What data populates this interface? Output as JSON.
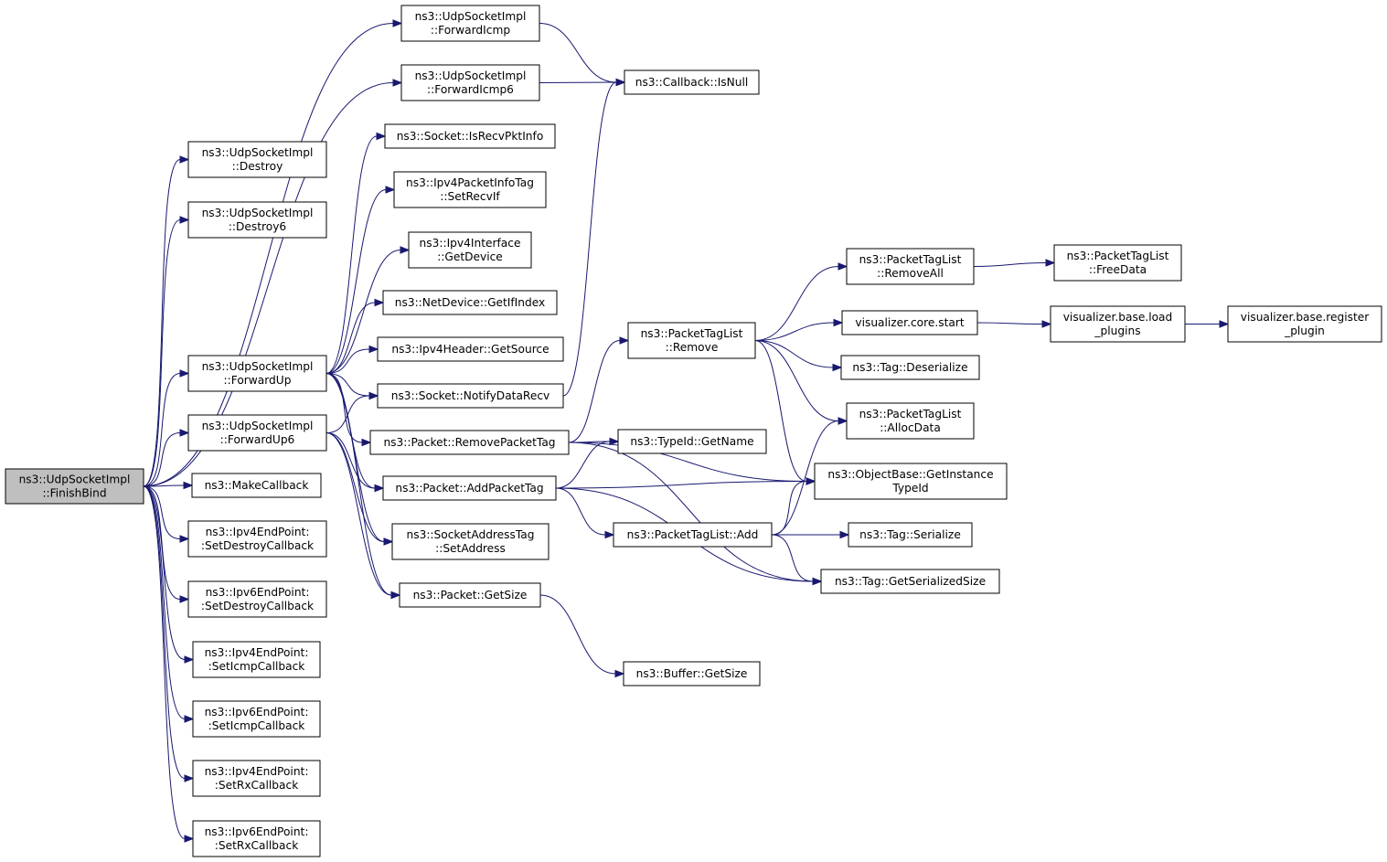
{
  "nodes": [
    {
      "id": "finishbind",
      "root": true,
      "lines": [
        "ns3::UdpSocketImpl",
        "::FinishBind"
      ]
    },
    {
      "id": "destroy",
      "lines": [
        "ns3::UdpSocketImpl",
        "::Destroy"
      ]
    },
    {
      "id": "destroy6",
      "lines": [
        "ns3::UdpSocketImpl",
        "::Destroy6"
      ]
    },
    {
      "id": "forwardup",
      "lines": [
        "ns3::UdpSocketImpl",
        "::ForwardUp"
      ]
    },
    {
      "id": "forwardup6",
      "lines": [
        "ns3::UdpSocketImpl",
        "::ForwardUp6"
      ]
    },
    {
      "id": "makecallback",
      "lines": [
        "ns3::MakeCallback"
      ]
    },
    {
      "id": "ipv4ep_setdestroy",
      "lines": [
        "ns3::Ipv4EndPoint:",
        ":SetDestroyCallback"
      ]
    },
    {
      "id": "ipv6ep_setdestroy",
      "lines": [
        "ns3::Ipv6EndPoint:",
        ":SetDestroyCallback"
      ]
    },
    {
      "id": "ipv4ep_seticmp",
      "lines": [
        "ns3::Ipv4EndPoint:",
        ":SetIcmpCallback"
      ]
    },
    {
      "id": "ipv6ep_seticmp",
      "lines": [
        "ns3::Ipv6EndPoint:",
        ":SetIcmpCallback"
      ]
    },
    {
      "id": "ipv4ep_setrx",
      "lines": [
        "ns3::Ipv4EndPoint:",
        ":SetRxCallback"
      ]
    },
    {
      "id": "ipv6ep_setrx",
      "lines": [
        "ns3::Ipv6EndPoint:",
        ":SetRxCallback"
      ]
    },
    {
      "id": "forwardicmp",
      "lines": [
        "ns3::UdpSocketImpl",
        "::ForwardIcmp"
      ]
    },
    {
      "id": "forwardicmp6",
      "lines": [
        "ns3::UdpSocketImpl",
        "::ForwardIcmp6"
      ]
    },
    {
      "id": "isrecvpktinfo",
      "lines": [
        "ns3::Socket::IsRecvPktInfo"
      ]
    },
    {
      "id": "setrecvif",
      "lines": [
        "ns3::Ipv4PacketInfoTag",
        "::SetRecvIf"
      ]
    },
    {
      "id": "getdevice",
      "lines": [
        "ns3::Ipv4Interface",
        "::GetDevice"
      ]
    },
    {
      "id": "getifindex",
      "lines": [
        "ns3::NetDevice::GetIfIndex"
      ]
    },
    {
      "id": "getsource",
      "lines": [
        "ns3::Ipv4Header::GetSource"
      ]
    },
    {
      "id": "notifydatarecv",
      "lines": [
        "ns3::Socket::NotifyDataRecv"
      ]
    },
    {
      "id": "removepackettag",
      "lines": [
        "ns3::Packet::RemovePacketTag"
      ]
    },
    {
      "id": "addpackettag",
      "lines": [
        "ns3::Packet::AddPacketTag"
      ]
    },
    {
      "id": "setaddress",
      "lines": [
        "ns3::SocketAddressTag",
        "::SetAddress"
      ]
    },
    {
      "id": "packetgetsize",
      "lines": [
        "ns3::Packet::GetSize"
      ]
    },
    {
      "id": "isnull",
      "lines": [
        "ns3::Callback::IsNull"
      ]
    },
    {
      "id": "ptl_remove",
      "lines": [
        "ns3::PacketTagList",
        "::Remove"
      ]
    },
    {
      "id": "getname",
      "lines": [
        "ns3::TypeId::GetName"
      ]
    },
    {
      "id": "ptl_add",
      "lines": [
        "ns3::PacketTagList::Add"
      ]
    },
    {
      "id": "buffergetsize",
      "lines": [
        "ns3::Buffer::GetSize"
      ]
    },
    {
      "id": "ptl_removeall",
      "lines": [
        "ns3::PacketTagList",
        "::RemoveAll"
      ]
    },
    {
      "id": "corestart",
      "lines": [
        "visualizer.core.start"
      ]
    },
    {
      "id": "deserialize",
      "lines": [
        "ns3::Tag::Deserialize"
      ]
    },
    {
      "id": "allocdata",
      "lines": [
        "ns3::PacketTagList",
        "::AllocData"
      ]
    },
    {
      "id": "getinstancetypeid",
      "lines": [
        "ns3::ObjectBase::GetInstance",
        "TypeId"
      ]
    },
    {
      "id": "serialize",
      "lines": [
        "ns3::Tag::Serialize"
      ]
    },
    {
      "id": "getserializedsize",
      "lines": [
        "ns3::Tag::GetSerializedSize"
      ]
    },
    {
      "id": "freedata",
      "lines": [
        "ns3::PacketTagList",
        "::FreeData"
      ]
    },
    {
      "id": "loadplugins",
      "lines": [
        "visualizer.base.load",
        "_plugins"
      ]
    },
    {
      "id": "registerplugin",
      "lines": [
        "visualizer.base.register",
        "_plugin"
      ]
    }
  ],
  "edges": [
    [
      "finishbind",
      "destroy"
    ],
    [
      "finishbind",
      "destroy6"
    ],
    [
      "finishbind",
      "forwardicmp"
    ],
    [
      "finishbind",
      "forwardicmp6"
    ],
    [
      "finishbind",
      "forwardup"
    ],
    [
      "finishbind",
      "forwardup6"
    ],
    [
      "finishbind",
      "makecallback"
    ],
    [
      "finishbind",
      "ipv4ep_setdestroy"
    ],
    [
      "finishbind",
      "ipv6ep_setdestroy"
    ],
    [
      "finishbind",
      "ipv4ep_seticmp"
    ],
    [
      "finishbind",
      "ipv6ep_seticmp"
    ],
    [
      "finishbind",
      "ipv4ep_setrx"
    ],
    [
      "finishbind",
      "ipv6ep_setrx"
    ],
    [
      "forwardup",
      "isrecvpktinfo"
    ],
    [
      "forwardup",
      "setrecvif"
    ],
    [
      "forwardup",
      "getdevice"
    ],
    [
      "forwardup",
      "getifindex"
    ],
    [
      "forwardup",
      "getsource"
    ],
    [
      "forwardup",
      "notifydatarecv"
    ],
    [
      "forwardup",
      "removepackettag"
    ],
    [
      "forwardup",
      "addpackettag"
    ],
    [
      "forwardup",
      "setaddress"
    ],
    [
      "forwardup",
      "packetgetsize"
    ],
    [
      "forwardup6",
      "notifydatarecv"
    ],
    [
      "forwardup6",
      "addpackettag"
    ],
    [
      "forwardup6",
      "setaddress"
    ],
    [
      "forwardup6",
      "packetgetsize"
    ],
    [
      "forwardicmp",
      "isnull"
    ],
    [
      "forwardicmp6",
      "isnull"
    ],
    [
      "notifydatarecv",
      "isnull"
    ],
    [
      "removepackettag",
      "ptl_remove"
    ],
    [
      "removepackettag",
      "getname"
    ],
    [
      "removepackettag",
      "getinstancetypeid"
    ],
    [
      "removepackettag",
      "getserializedsize"
    ],
    [
      "addpackettag",
      "getname"
    ],
    [
      "addpackettag",
      "getinstancetypeid"
    ],
    [
      "addpackettag",
      "ptl_add"
    ],
    [
      "addpackettag",
      "getserializedsize"
    ],
    [
      "packetgetsize",
      "buffergetsize"
    ],
    [
      "ptl_remove",
      "ptl_removeall"
    ],
    [
      "ptl_remove",
      "corestart"
    ],
    [
      "ptl_remove",
      "deserialize"
    ],
    [
      "ptl_remove",
      "allocdata"
    ],
    [
      "ptl_remove",
      "getinstancetypeid"
    ],
    [
      "ptl_add",
      "allocdata"
    ],
    [
      "ptl_add",
      "getinstancetypeid"
    ],
    [
      "ptl_add",
      "serialize"
    ],
    [
      "ptl_add",
      "getserializedsize"
    ],
    [
      "ptl_removeall",
      "freedata"
    ],
    [
      "corestart",
      "loadplugins"
    ],
    [
      "loadplugins",
      "registerplugin"
    ]
  ]
}
